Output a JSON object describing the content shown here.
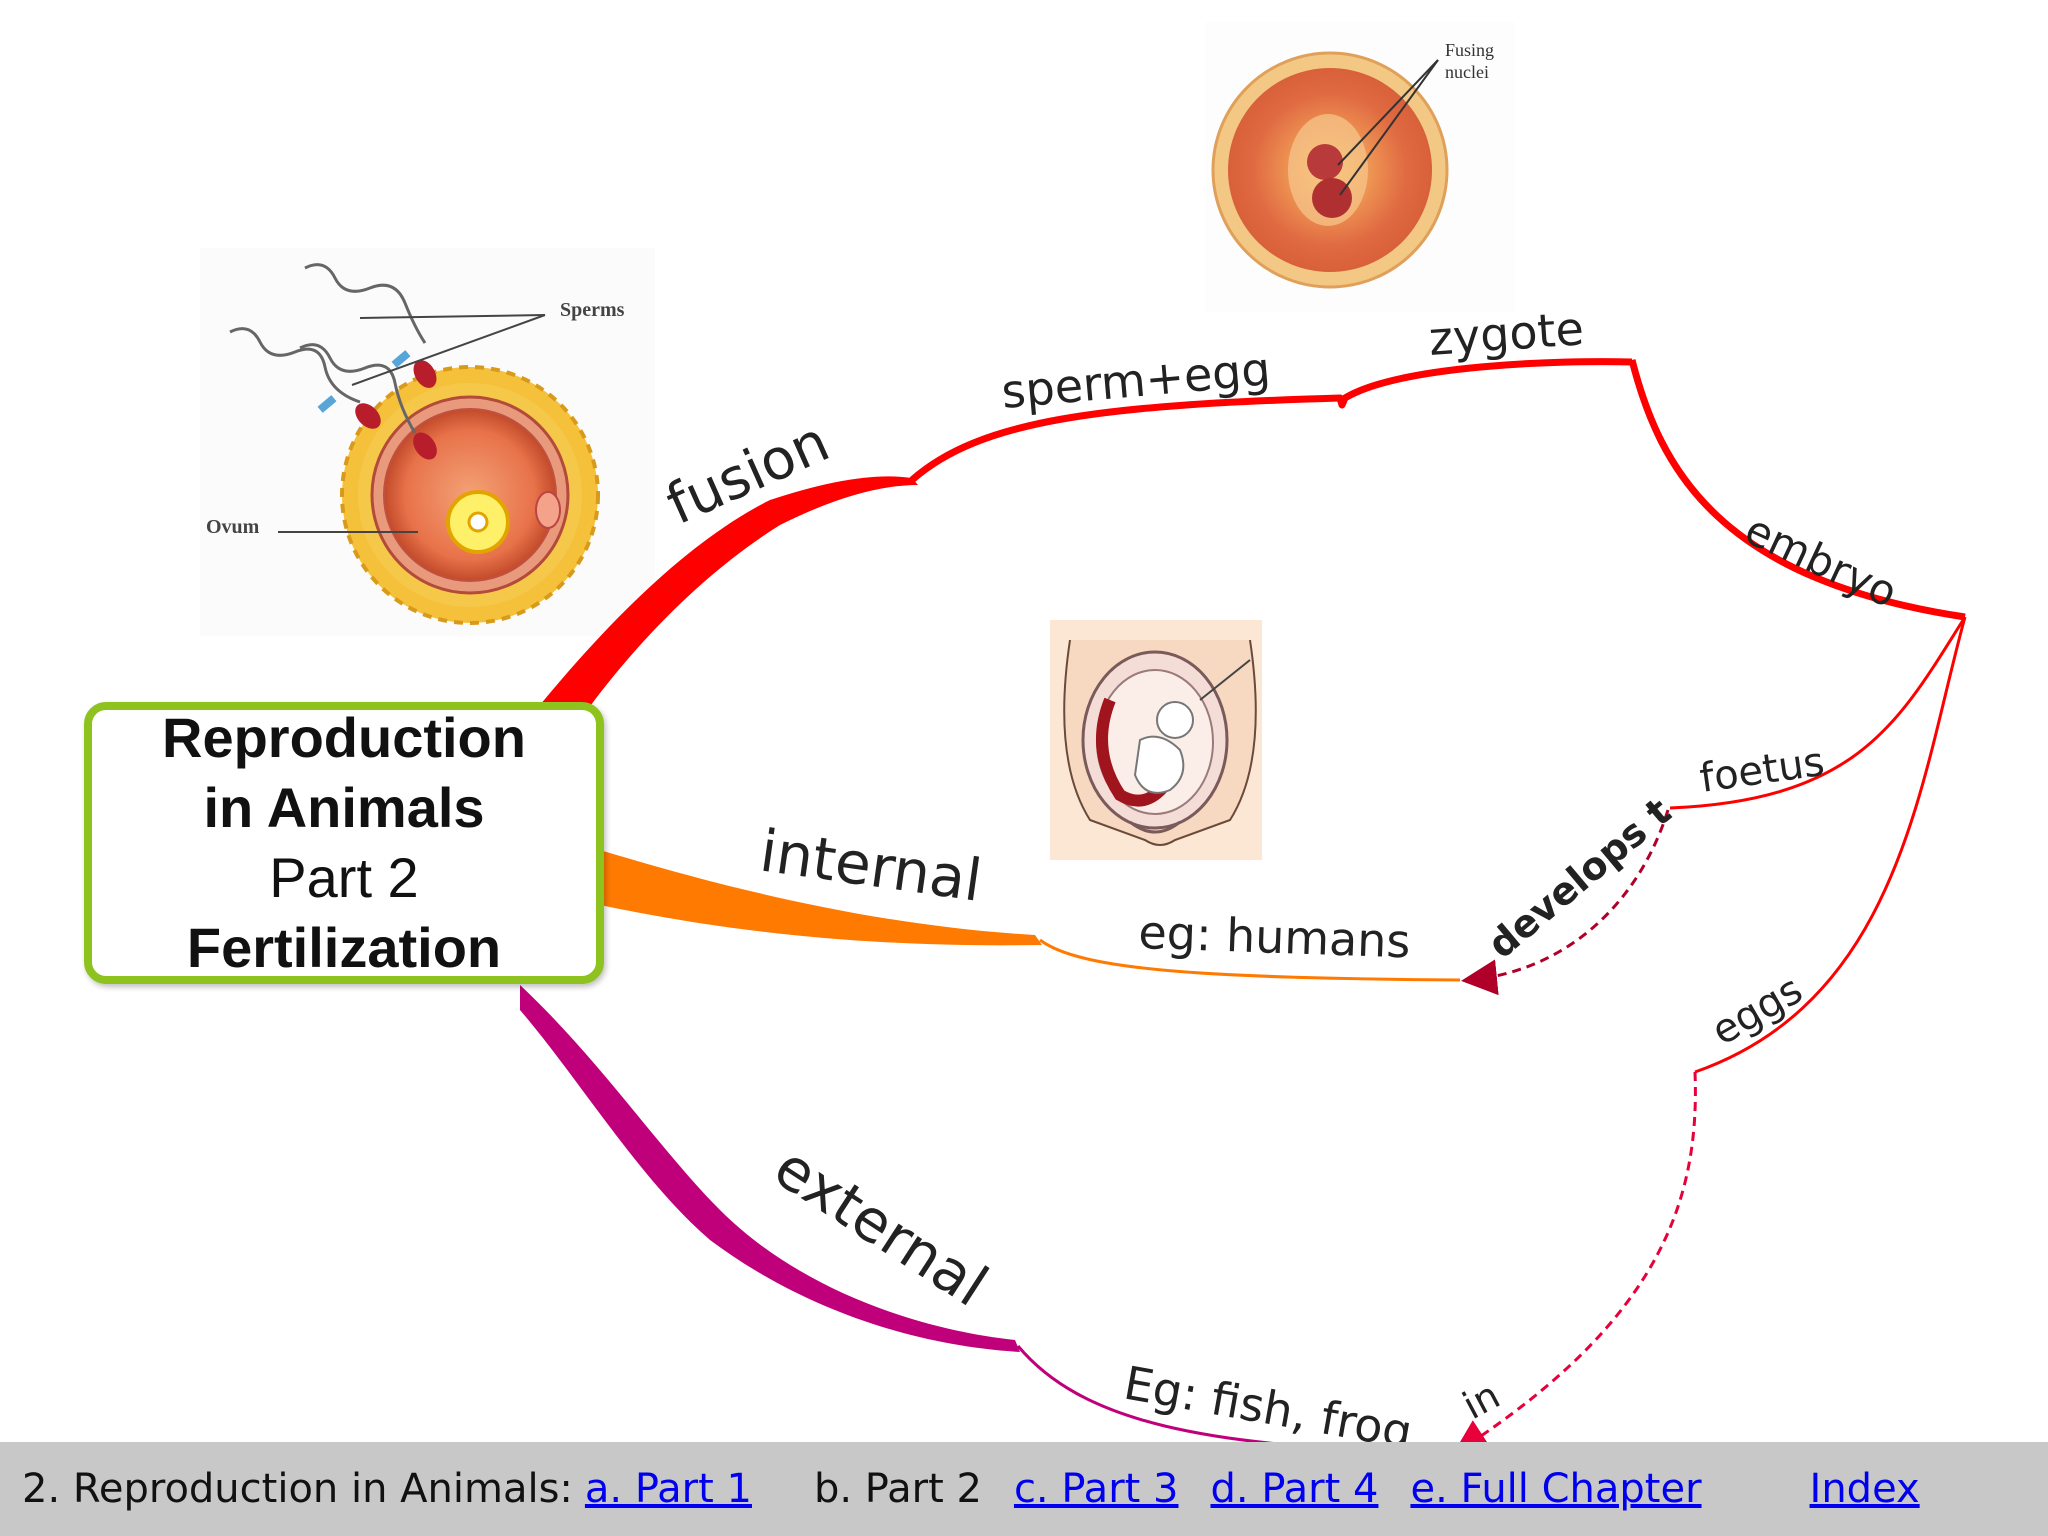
{
  "central": {
    "line1": "Reproduction",
    "line2": "in Animals",
    "line3": "Part 2",
    "line4": "Fertilization"
  },
  "branches": {
    "fusion": "fusion",
    "sperm_egg": "sperm+egg",
    "zygote": "zygote",
    "embryo": "embryo",
    "foetus": "foetus",
    "develops": "develops t",
    "eggs": "eggs",
    "in": "in",
    "internal": "internal",
    "eg_humans": "eg: humans",
    "external": "external",
    "eg_fish": "Eg: fish, frog"
  },
  "images": {
    "sperms_label": "Sperms",
    "ovum_label": "Ovum",
    "fusing_label_1": "Fusing",
    "fusing_label_2": "nuclei"
  },
  "colors": {
    "fusion": "#ff0000",
    "internal": "#ff7a00",
    "external": "#c0007a",
    "central_border": "#8dc21f"
  },
  "footer": {
    "prefix": "2. Reproduction in Animals:",
    "part1": "a. Part 1",
    "part2": "b. Part 2",
    "part3": "c. Part 3",
    "part4": "d. Part 4",
    "full": "e. Full Chapter",
    "index": "Index"
  }
}
